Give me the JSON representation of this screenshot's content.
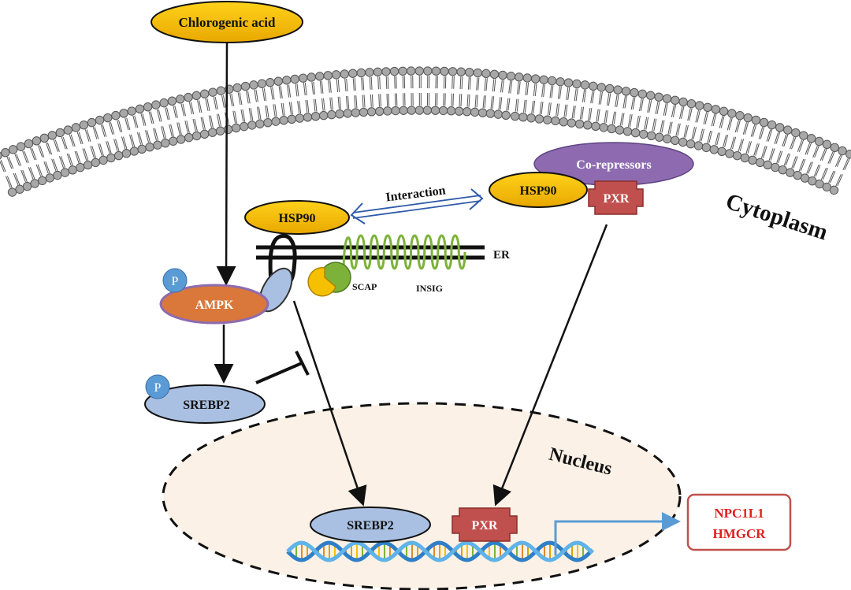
{
  "labels": {
    "chlorogenic_acid": "Chlorogenic acid",
    "co_repressors": "Co-repressors",
    "hsp90_cytoplasm": "HSP90",
    "pxr_cytoplasm": "PXR",
    "cytoplasm": "Cytoplasm",
    "interaction": "Interaction",
    "hsp90_er": "HSP90",
    "er": "ER",
    "scap": "SCAP",
    "insig": "INSIG",
    "p_ampk": "P",
    "ampk": "AMPK",
    "p_srebp2": "P",
    "srebp2_cytoplasm": "SREBP2",
    "nucleus": "Nucleus",
    "srebp2_nucleus": "SREBP2",
    "pxr_nucleus": "PXR",
    "target_gene_1": "NPC1L1",
    "target_gene_2": "HMGCR"
  },
  "colors": {
    "gold": "#F5C000",
    "purple": "#8E6BB0",
    "pxr_red": "#C0504D",
    "ampk_orange": "#D9783A",
    "srebp_blue": "#A9C0E2",
    "p_blue": "#5B9BD5",
    "helix_green": "#7DB23A",
    "arrow_blue": "#2E5AA8",
    "target_red": "#E02020",
    "nucleus_fill": "#FBF1E6",
    "membrane_gray": "#9A9A9A"
  }
}
